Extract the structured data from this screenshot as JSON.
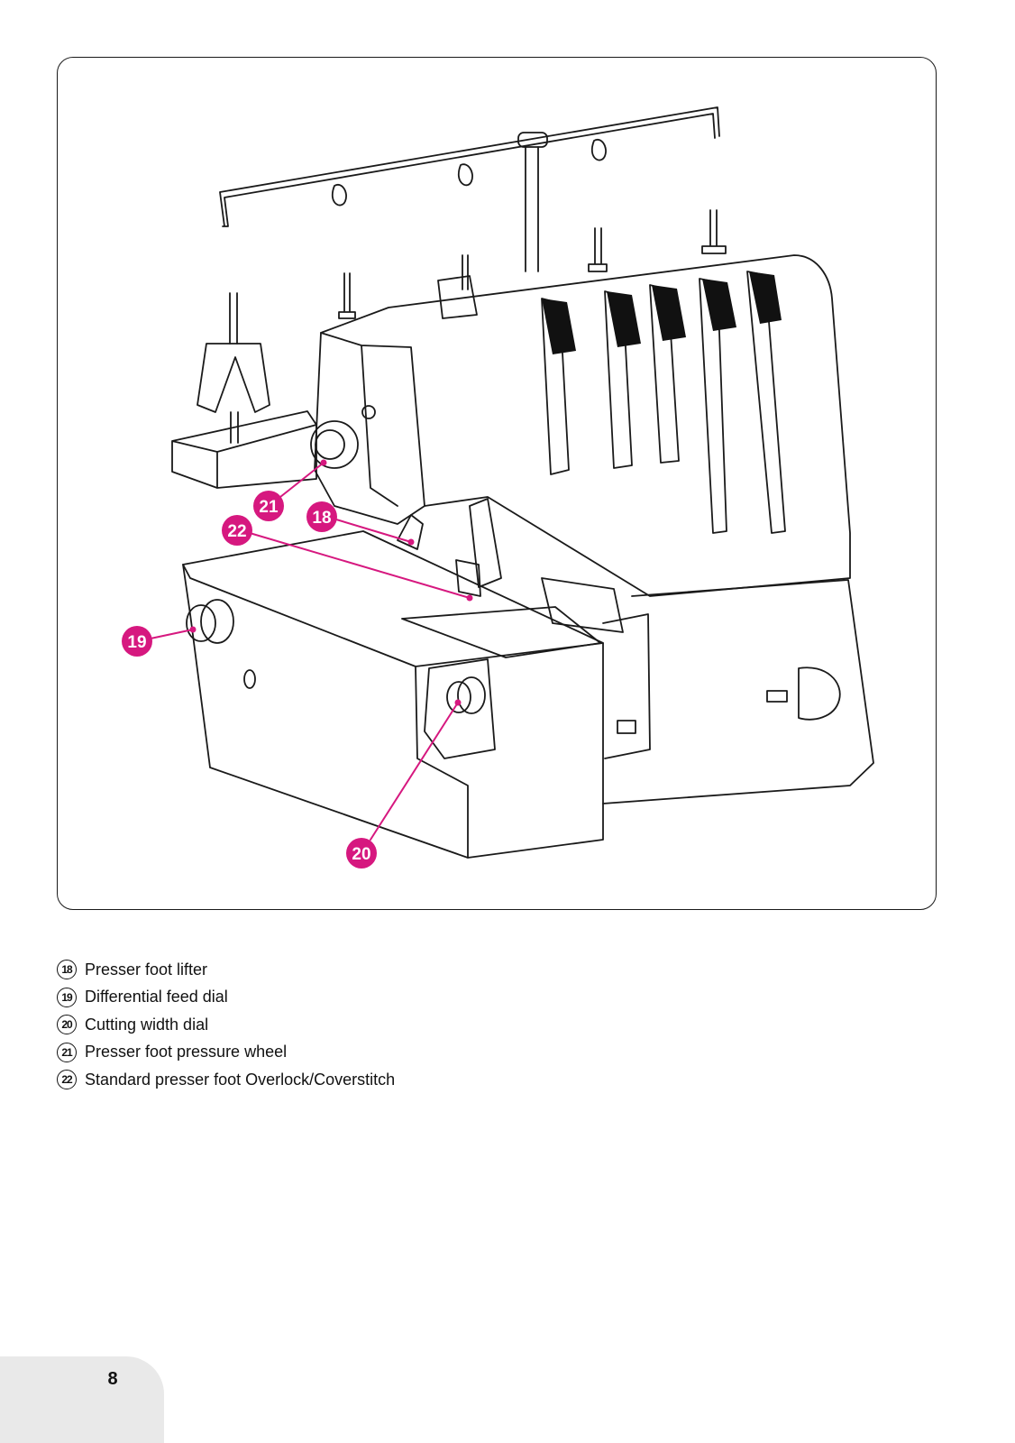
{
  "callout_color": "#d6187f",
  "figure": {
    "callouts": [
      {
        "id": "18",
        "label": "18",
        "icon": "pink-circle-number-18",
        "target": "presser foot lifter"
      },
      {
        "id": "19",
        "label": "19",
        "icon": "pink-circle-number-19",
        "target": "differential feed dial"
      },
      {
        "id": "20",
        "label": "20",
        "icon": "pink-circle-number-20",
        "target": "cutting width dial"
      },
      {
        "id": "21",
        "label": "21",
        "icon": "pink-circle-number-21",
        "target": "presser foot pressure wheel"
      },
      {
        "id": "22",
        "label": "22",
        "icon": "pink-circle-number-22",
        "target": "standard presser foot"
      }
    ]
  },
  "legend": [
    {
      "num": "18",
      "text": "Presser foot lifter"
    },
    {
      "num": "19",
      "text": "Differential feed dial"
    },
    {
      "num": "20",
      "text": "Cutting width dial"
    },
    {
      "num": "21",
      "text": "Presser foot pressure wheel"
    },
    {
      "num": "22",
      "text": "Standard presser foot Overlock/Coverstitch"
    }
  ],
  "page_number": "8"
}
